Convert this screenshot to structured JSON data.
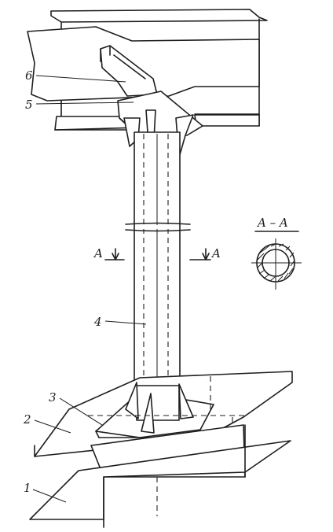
{
  "callouts": [
    {
      "id": "1",
      "label": "1"
    },
    {
      "id": "2",
      "label": "2"
    },
    {
      "id": "3",
      "label": "3"
    },
    {
      "id": "4",
      "label": "4"
    },
    {
      "id": "5",
      "label": "5"
    },
    {
      "id": "6",
      "label": "6"
    }
  ],
  "section": {
    "title": "A – A",
    "left_marker": "A",
    "right_marker": "A"
  },
  "colors": {
    "ink": "#1e1e1e",
    "paper": "#ffffff"
  }
}
